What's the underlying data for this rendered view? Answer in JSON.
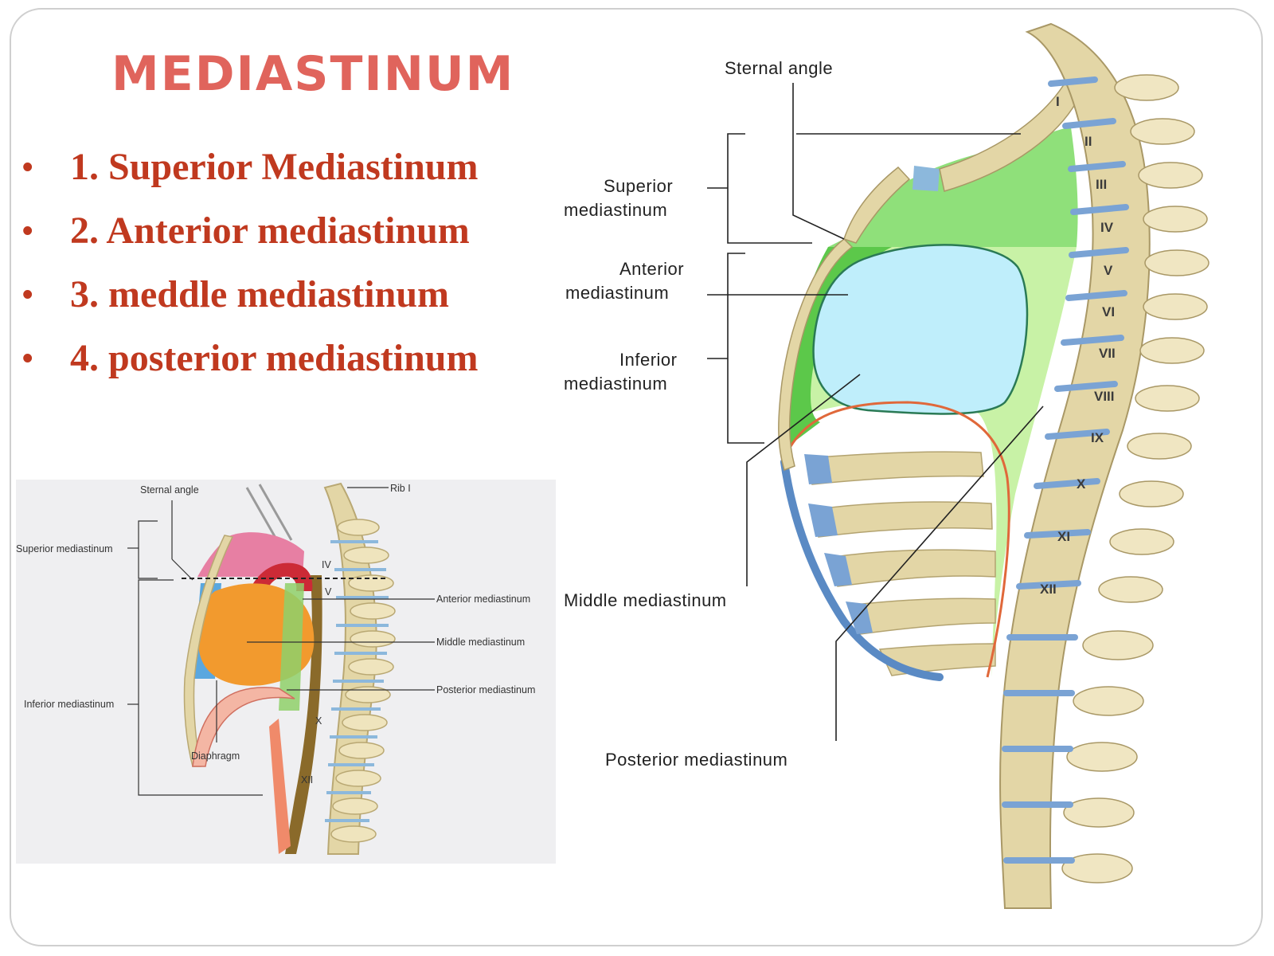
{
  "title": "MEDIASTINUM",
  "bullets": [
    "1. Superior Mediastinum",
    "2. Anterior mediastinum",
    "3. meddle mediastinum",
    "4. posterior mediastinum"
  ],
  "main_diagram": {
    "sternal_angle": "Sternal angle",
    "superior_1": "Superior",
    "superior_2": "mediastinum",
    "anterior_1": "Anterior",
    "anterior_2": "mediastinum",
    "inferior_1": "Inferior",
    "inferior_2": "mediastinum",
    "middle": "Middle mediastinum",
    "posterior": "Posterior mediastinum",
    "vertebrae": [
      "I",
      "II",
      "III",
      "IV",
      "V",
      "VI",
      "VII",
      "VIII",
      "IX",
      "X",
      "XI",
      "XII"
    ]
  },
  "inset_diagram": {
    "sternal_angle": "Sternal angle",
    "rib_i": "Rib I",
    "superior": "Superior mediastinum",
    "anterior": "Anterior mediastinum",
    "middle": "Middle mediastinum",
    "posterior": "Posterior mediastinum",
    "inferior": "Inferior mediastinum",
    "diaphragm": "Diaphragm",
    "iv": "IV",
    "v": "V",
    "x": "X",
    "xii": "XII"
  },
  "colors": {
    "title": "#e0645c",
    "bullet_text": "#c0391f",
    "bone": "#e8dcae",
    "superior_region": "#8fe07a",
    "anterior_region": "#5cc84a",
    "middle_region": "#bfeefb",
    "posterior_region": "#c8f2a6",
    "cartilage": "#8cb8dc",
    "pericardium_orange": "#f29a2e"
  }
}
